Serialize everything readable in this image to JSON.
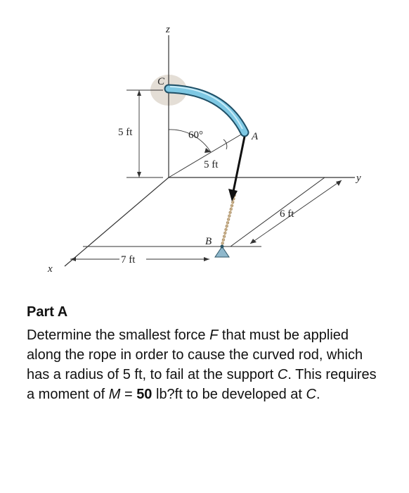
{
  "figure": {
    "axis_labels": {
      "z": "z",
      "x": "x",
      "y": "y"
    },
    "point_labels": {
      "C": "C",
      "A": "A",
      "B": "B"
    },
    "dimensions": {
      "height": "5 ft",
      "angle": "60°",
      "radius": "5 ft",
      "length_y": "6 ft",
      "length_x": "7 ft"
    },
    "colors": {
      "rod": "#7ec8e3",
      "rod_outline": "#1f4f66",
      "rope": "#c9b08a",
      "support": "#8fb8cc",
      "line": "#222222"
    }
  },
  "problem": {
    "part_title": "Part A",
    "text_1": "Determine the smallest force ",
    "force_symbol": "F",
    "text_2": " that must be applied along the rope in order to cause the curved rod, which has a radius of 5 ft, to fail at the support ",
    "support_symbol": "C",
    "text_3": ". This requires a moment of ",
    "moment_symbol": "M",
    "equals": " = ",
    "moment_value": "50",
    "text_4": " lb?ft to be developed at ",
    "point_symbol": "C",
    "text_5": "."
  }
}
